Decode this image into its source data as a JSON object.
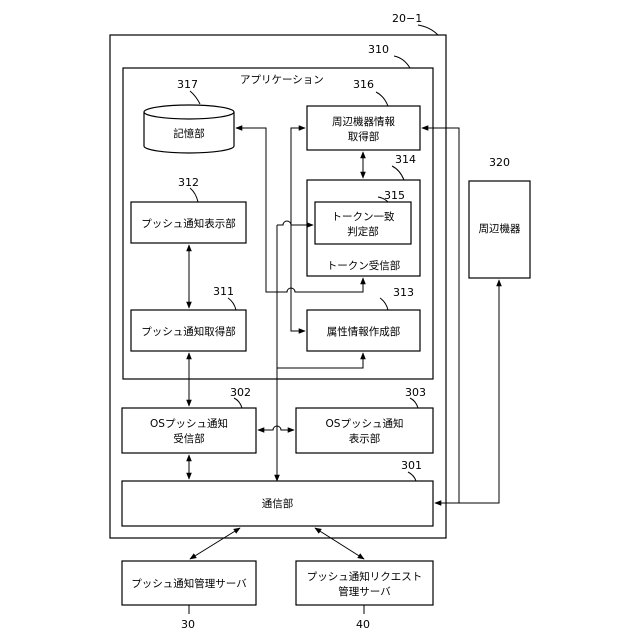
{
  "device": {
    "ref": "20−1"
  },
  "application": {
    "ref": "310",
    "title": "アプリケーション"
  },
  "storage": {
    "ref": "317",
    "label": "記憶部"
  },
  "peripheral_info": {
    "ref": "316",
    "line1": "周辺機器情報",
    "line2": "取得部"
  },
  "token_receiver": {
    "ref": "314",
    "label": "トークン受信部"
  },
  "token_match": {
    "ref": "315",
    "line1": "トークン一致",
    "line2": "判定部"
  },
  "push_display": {
    "ref": "312",
    "label": "プッシュ通知表示部"
  },
  "push_acquire": {
    "ref": "311",
    "label": "プッシュ通知取得部"
  },
  "attribute_gen": {
    "ref": "313",
    "label": "属性情報作成部"
  },
  "os_push_recv": {
    "ref": "302",
    "line1": "OSプッシュ通知",
    "line2": "受信部"
  },
  "os_push_disp": {
    "ref": "303",
    "line1": "OSプッシュ通知",
    "line2": "表示部"
  },
  "comm": {
    "ref": "301",
    "label": "通信部"
  },
  "peripheral": {
    "ref": "320",
    "label": "周辺機器"
  },
  "push_server": {
    "ref": "30",
    "label": "プッシュ通知管理サーバ"
  },
  "request_server": {
    "ref": "40",
    "line1": "プッシュ通知リクエスト",
    "line2": "管理サーバ"
  }
}
